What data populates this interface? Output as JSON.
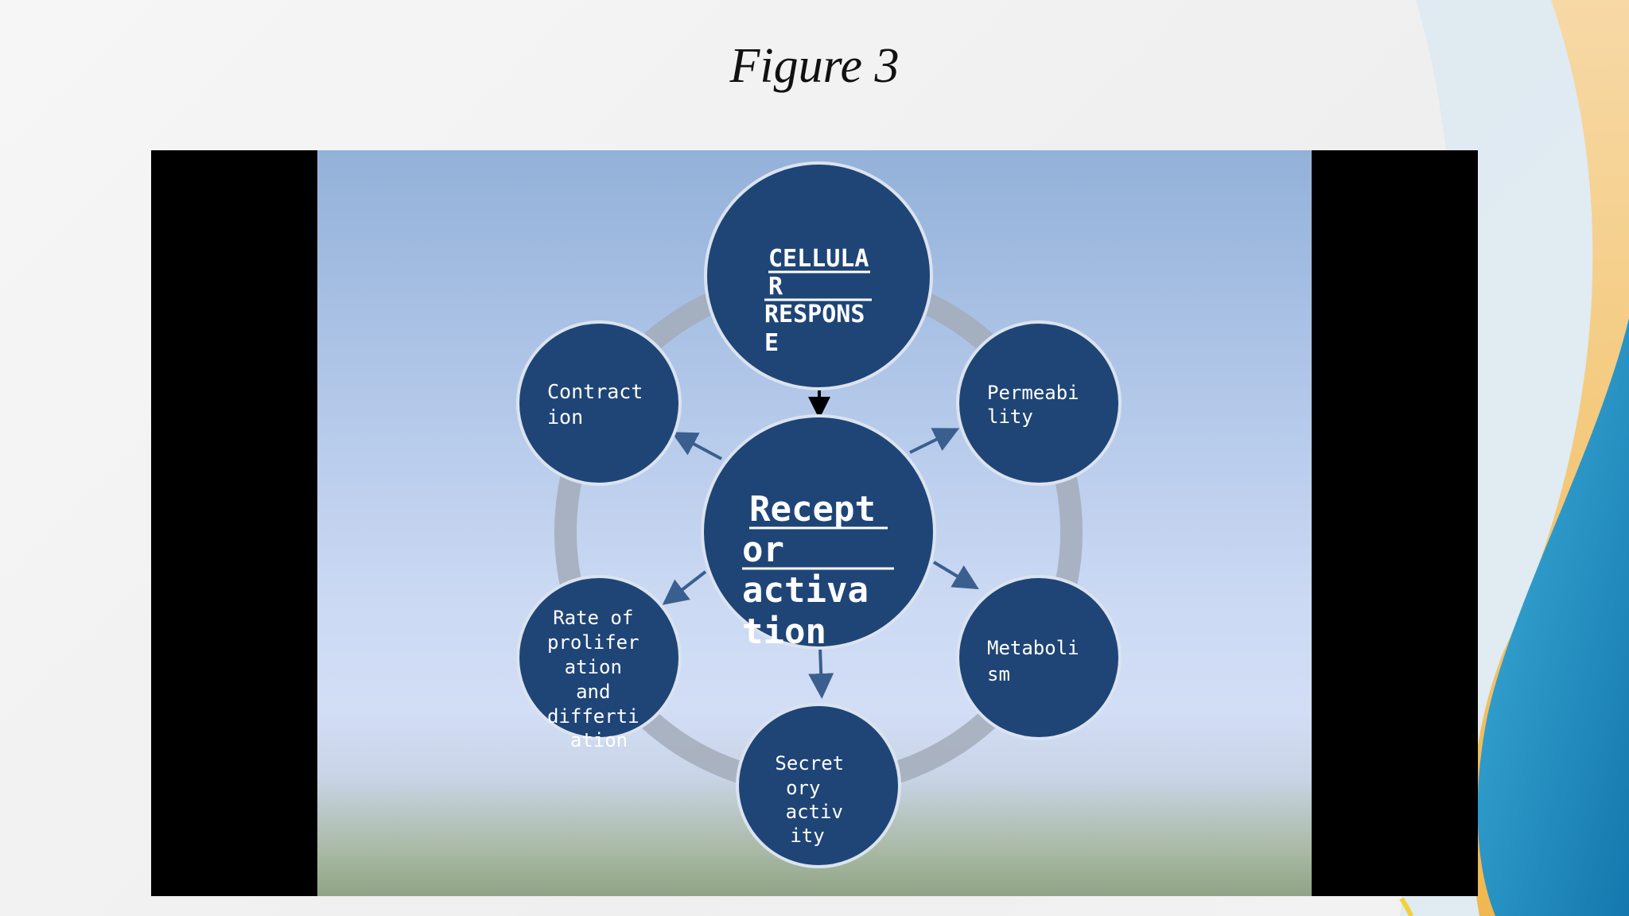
{
  "title": "Figure 3",
  "diagram": {
    "top_lines": [
      "CELLULA",
      "R",
      "RESPONS",
      "E"
    ],
    "center_lines": [
      "Recept",
      "or",
      "activa",
      "tion"
    ],
    "contraction_lines": [
      "Contract",
      "ion"
    ],
    "permeability_lines": [
      "Permeabi",
      "lity"
    ],
    "metabolism_lines": [
      "Metaboli",
      "sm"
    ],
    "secretory_lines": [
      "Secret",
      "ory",
      "activ",
      "ity"
    ],
    "proliferation_lines": [
      "Rate of",
      "prolifer",
      "ation",
      "and",
      "differti",
      "ation"
    ]
  },
  "colors": {
    "node": "#1f4577",
    "ring": "#a3acba",
    "arrow": "#3a5f8f"
  }
}
